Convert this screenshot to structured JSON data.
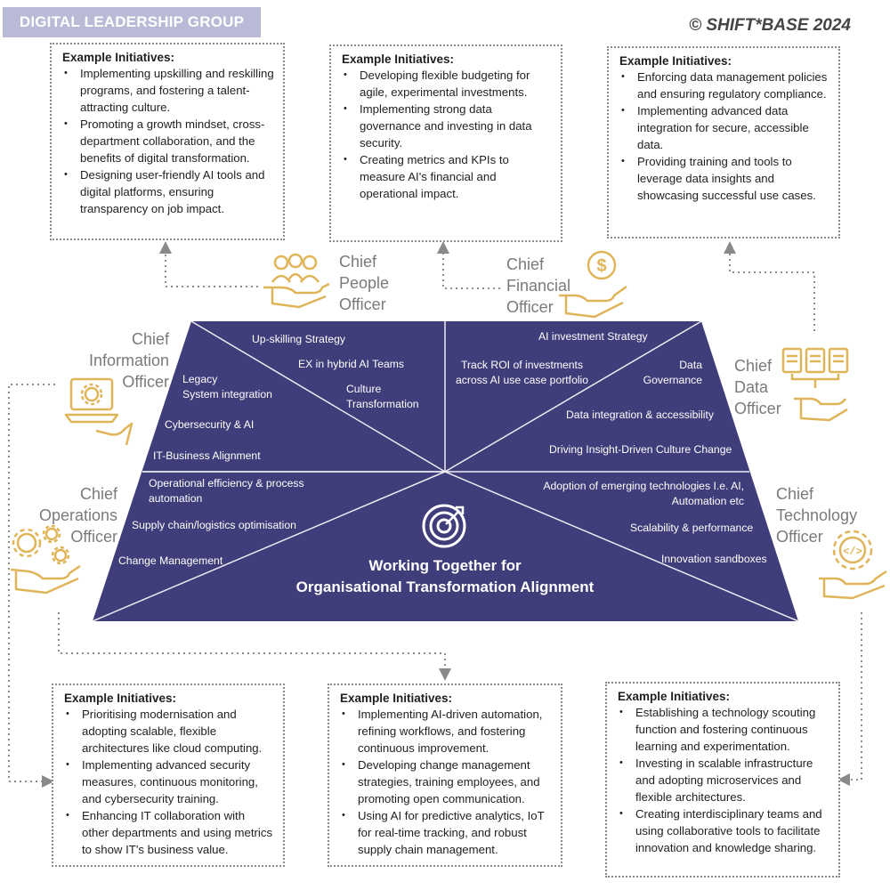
{
  "header": {
    "badge": "DIGITAL LEADERSHIP GROUP",
    "copyright": "© SHIFT*BASE 2024"
  },
  "boxes": {
    "top_left": {
      "title": "Example Initiatives:",
      "items": [
        "Implementing upskilling and reskilling programs, and fostering a talent-attracting culture.",
        "Promoting a growth mindset, cross-department collaboration, and the benefits of digital transformation.",
        "Designing user-friendly AI tools and digital platforms, ensuring transparency on job impact."
      ]
    },
    "top_center": {
      "title": "Example Initiatives:",
      "items": [
        "Developing flexible budgeting for agile, experimental investments.",
        "Implementing strong data governance and investing in data security.",
        "Creating metrics and KPIs to measure AI's financial and operational impact."
      ]
    },
    "top_right": {
      "title": "Example Initiatives:",
      "items": [
        "Enforcing data management policies and ensuring regulatory compliance.",
        "Implementing advanced data integration for secure, accessible data.",
        "Providing training and tools to leverage data insights and showcasing successful use cases."
      ]
    },
    "bottom_left": {
      "title": "Example Initiatives:",
      "items": [
        "Prioritising modernisation and adopting scalable, flexible architectures like cloud computing.",
        "Implementing advanced security measures, continuous monitoring, and cybersecurity training.",
        "Enhancing IT collaboration with other departments and using metrics to show IT's business value."
      ]
    },
    "bottom_center": {
      "title": "Example Initiatives:",
      "items": [
        "Implementing AI-driven automation, refining workflows, and fostering continuous improvement.",
        "Developing change management strategies, training employees, and promoting open communication.",
        "Using AI for predictive analytics, IoT for real-time tracking, and robust supply chain management."
      ]
    },
    "bottom_right": {
      "title": "Example Initiatives:",
      "items": [
        "Establishing a technology scouting function and fostering continuous learning and experimentation.",
        "Investing in scalable infrastructure and adopting microservices and flexible architectures.",
        "Creating interdisciplinary teams and using collaborative tools to facilitate innovation and knowledge sharing."
      ]
    }
  },
  "roles": {
    "cpo": "Chief\nPeople\nOfficer",
    "cfo": "Chief\nFinancial\nOfficer",
    "cio": "Chief\nInformation\nOfficer",
    "cdo": "Chief\nData\nOfficer",
    "coo": "Chief\nOperations\nOfficer",
    "cto": "Chief\nTechnology\nOfficer"
  },
  "diagram": {
    "cpo_1": "Up-skilling Strategy",
    "cpo_2": "EX in hybrid AI Teams",
    "cpo_3": "Culture\nTransformation",
    "cio_1": "Legacy\nSystem integration",
    "cio_2": "Cybersecurity & AI",
    "cio_3": "IT-Business Alignment",
    "cfo_1": "AI investment Strategy",
    "cfo_2": "Track ROI of investments\nacross AI use case portfolio",
    "cdo_1": "Data\nGovernance",
    "cdo_2": "Data  integration & accessibility",
    "cdo_3": "Driving Insight-Driven Culture Change",
    "coo_1": "Operational efficiency & process\nautomation",
    "coo_2": "Supply chain/logistics optimisation",
    "coo_3": "Change Management",
    "cto_1": "Adoption of emerging technologies I.e. AI,\nAutomation etc",
    "cto_2": "Scalability & performance",
    "cto_3": "Innovation sandboxes",
    "center_title": "Working Together for\nOrganisational Transformation Alignment"
  },
  "icons": [
    "target-icon",
    "people-hand-icon",
    "dollar-hand-icon",
    "laptop-gear-icon",
    "documents-hand-icon",
    "gears-hand-icon",
    "code-gear-hand-icon"
  ],
  "colors": {
    "diagram": "#3f3d7a",
    "icon": "#e0b55a",
    "badge": "#b9bad6"
  }
}
